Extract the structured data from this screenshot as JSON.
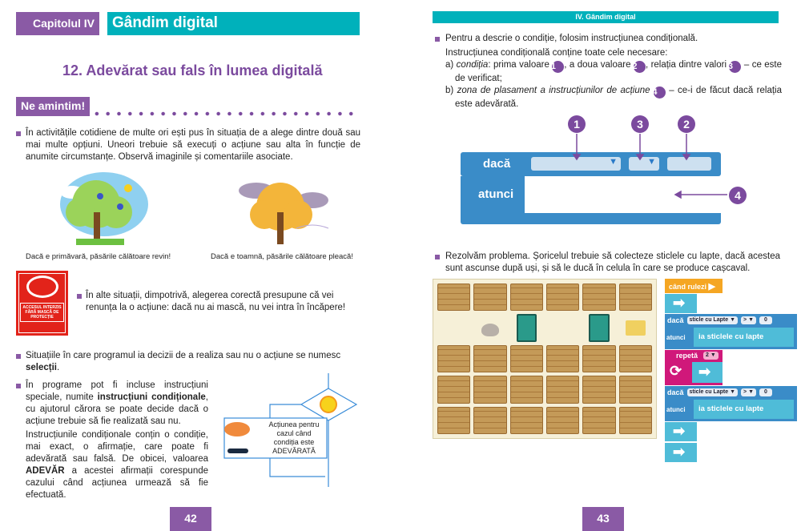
{
  "left_page": {
    "chapter_label": "Capitolul IV",
    "chapter_title": "Gândim digital",
    "lesson_title": "12. Adevărat sau fals în lumea digitală",
    "section_label": "Ne amintim!",
    "p1": "În activitățile cotidiene de multe ori ești pus în situația de a alege dintre două sau mai multe opțiuni. Uneori trebuie să execuți o acțiune sau alta în funcție de anumite circumstanțe. Observă imaginile și comentariile asociate.",
    "caption_spring": "Dacă e primăvară, păsările călătoare revin!",
    "caption_autumn": "Dacă e toamnă, păsările călătoare pleacă!",
    "sign_text": "ACCESUL INTERZIS FĂRĂ MASCĂ DE PROTECȚIE",
    "p2": "În alte situații, dimpotrivă, alegerea corectă presupune că vei renunța la o acțiune: dacă nu ai mască, nu vei intra în încăpere!",
    "p3_pre": "Situațiile în care programul ia decizii de a realiza sau nu o acțiune se numesc ",
    "p3_bold": "selecții",
    "p3_post": ".",
    "p4_pre": "În programe pot fi incluse instrucțiuni speciale, numite ",
    "p4_bold": "instrucțiuni condiționale",
    "p4_post": ", cu ajutorul cărora se poate decide dacă o acțiune trebuie să fie realizată sau nu.",
    "p5_pre": "Instrucțiunile condiționale conțin o condiție, mai exact, o afirmație, care poate fi adevărată sau falsă. De obicei, valoarea ",
    "p5_bold": "ADEVĂR",
    "p5_post": " a acestei afirmații corespunde cazului când acțiunea urmează să fie efectuată.",
    "flow_box": "Acțiunea pentru cazul când condiția este ADEVĂRATĂ",
    "page_number": "42"
  },
  "right_page": {
    "header": "IV. Gândim digital",
    "p1": "Pentru a descrie o condiție, folosim instrucțiunea condițională.",
    "p2": "Instrucțiunea condițională conține toate cele necesare:",
    "a_label": "a) ",
    "a_italic": "condiția",
    "a_1": ": prima valoare ",
    "a_2": ", a doua valoare ",
    "a_3": ", relația dintre valori ",
    "a_4": " – ce este de verificat;",
    "b_label": "b) ",
    "b_italic": "zona de plasament a instrucțiunilor de acțiune",
    "b_rest": " – ce-i de făcut dacă relația este adevărată.",
    "markers": [
      "1",
      "2",
      "3",
      "4"
    ],
    "block_if": "dacă",
    "block_then": "atunci",
    "p3": "Rezolvăm problema. Șoricelul trebuie să colecteze sticlele cu lapte, dacă acestea sunt ascunse după uși, și să le ducă în celula în care se produce cașcaval.",
    "code": {
      "when_run": "când rulezi",
      "if": "dacă",
      "then": "atunci",
      "var": "sticle cu Lapte",
      "op": ">",
      "value": "0",
      "action": "ia sticlele cu lapte",
      "repeat": "repetă",
      "repeat_count": "2"
    },
    "page_number": "43"
  },
  "colors": {
    "purple": "#8a5aa5",
    "teal": "#00b1bb",
    "block_blue": "#4fbcd8",
    "block_dark": "#3a8cc8",
    "magenta": "#d0187a",
    "orange": "#f5a623"
  }
}
